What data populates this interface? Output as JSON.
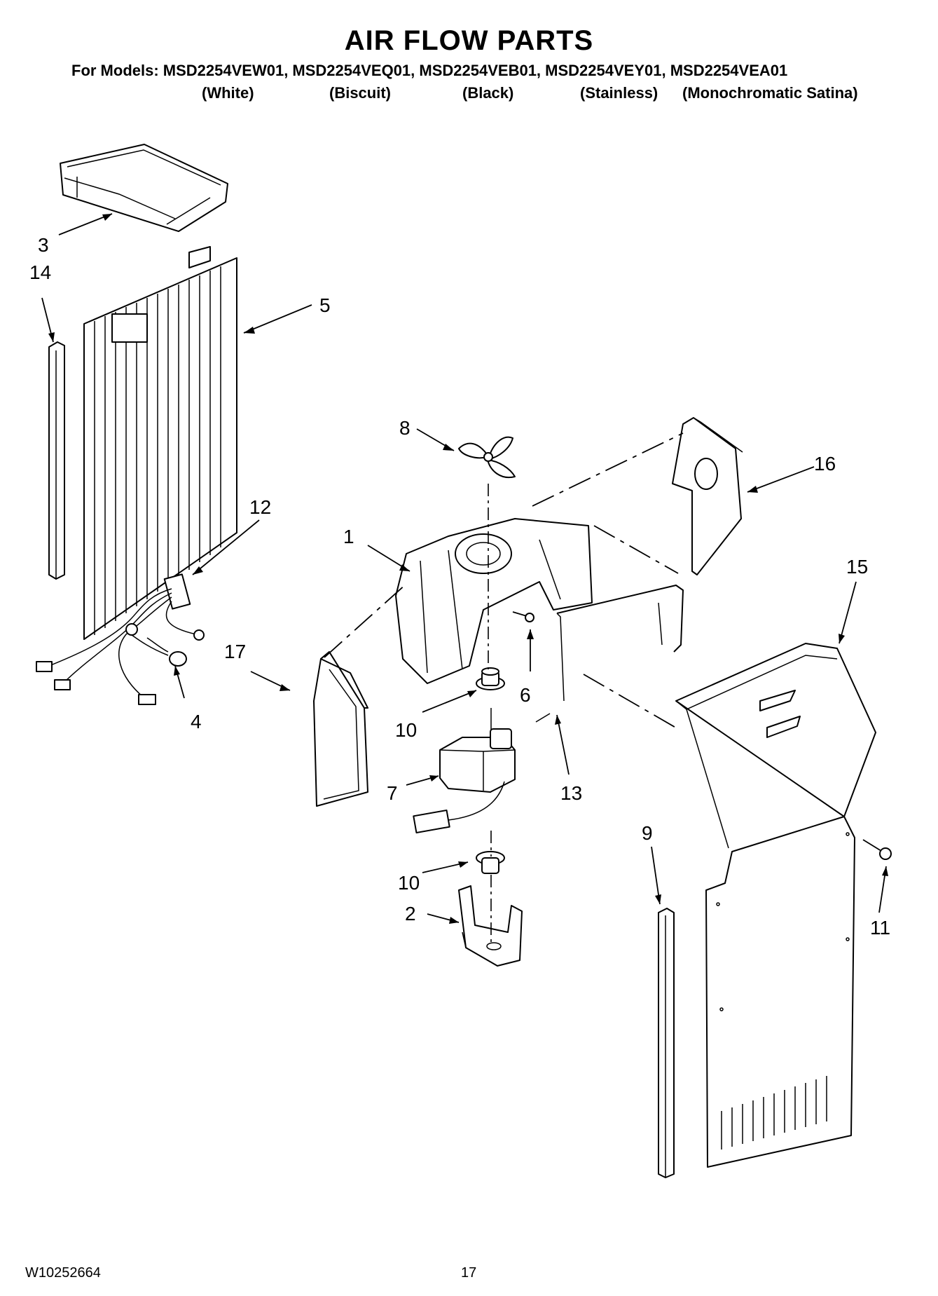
{
  "title": "AIR FLOW PARTS",
  "models_line": "For Models: MSD2254VEW01, MSD2254VEQ01, MSD2254VEB01, MSD2254VEY01, MSD2254VEA01",
  "finishes": [
    "(White)",
    "(Biscuit)",
    "(Black)",
    "(Stainless)",
    "(Monochromatic Satina)"
  ],
  "callouts": {
    "c1": "1",
    "c2": "2",
    "c3": "3",
    "c4": "4",
    "c5": "5",
    "c6": "6",
    "c7": "7",
    "c8": "8",
    "c9": "9",
    "c10a": "10",
    "c10b": "10",
    "c11": "11",
    "c12": "12",
    "c13": "13",
    "c14": "14",
    "c15": "15",
    "c16": "16",
    "c17": "17"
  },
  "footer": {
    "doc_number": "W10252664",
    "page_number": "17"
  }
}
